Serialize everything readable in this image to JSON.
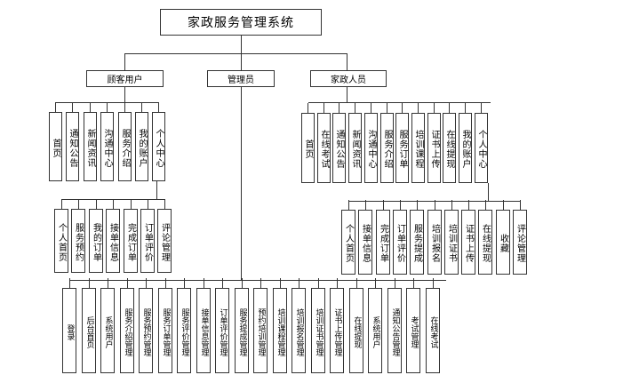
{
  "title": "家政服务管理系统",
  "roles": {
    "customer": "顾客用户",
    "admin": "管理员",
    "worker": "家政人员"
  },
  "customer_menu": [
    "首页",
    "通知公告",
    "新闻资讯",
    "沟通中心",
    "服务介绍",
    "我的账户",
    "个人中心"
  ],
  "customer_center": [
    "个人首页",
    "服务预约",
    "我的订单",
    "接单信息",
    "完成订单",
    "订单评价",
    "评论管理"
  ],
  "worker_menu": [
    "首页",
    "在线考试",
    "通知公告",
    "新闻资讯",
    "沟通中心",
    "服务介绍",
    "服务订单",
    "培训课程",
    "证书上传",
    "在线提现",
    "我的账户",
    "个人中心"
  ],
  "worker_center": [
    "个人首页",
    "接单信息",
    "完成订单",
    "订单评价",
    "服务提成",
    "培训报名",
    "培训证书",
    "证书上传",
    "在线提现",
    "收藏",
    "评论管理"
  ],
  "admin_menu": [
    "登录",
    "后台首页",
    "系统用户",
    "服务介绍管理",
    "服务预约管理",
    "服务订单管理",
    "服务评价管理",
    "接单信息管理",
    "订单评价管理",
    "服务提成管理",
    "预约培训管理",
    "培训课程管理",
    "培训报名管理",
    "培训证书管理",
    "证书上传管理",
    "在线提现",
    "系统用户",
    "通知公告管理",
    "考试管理",
    "在线考试"
  ]
}
